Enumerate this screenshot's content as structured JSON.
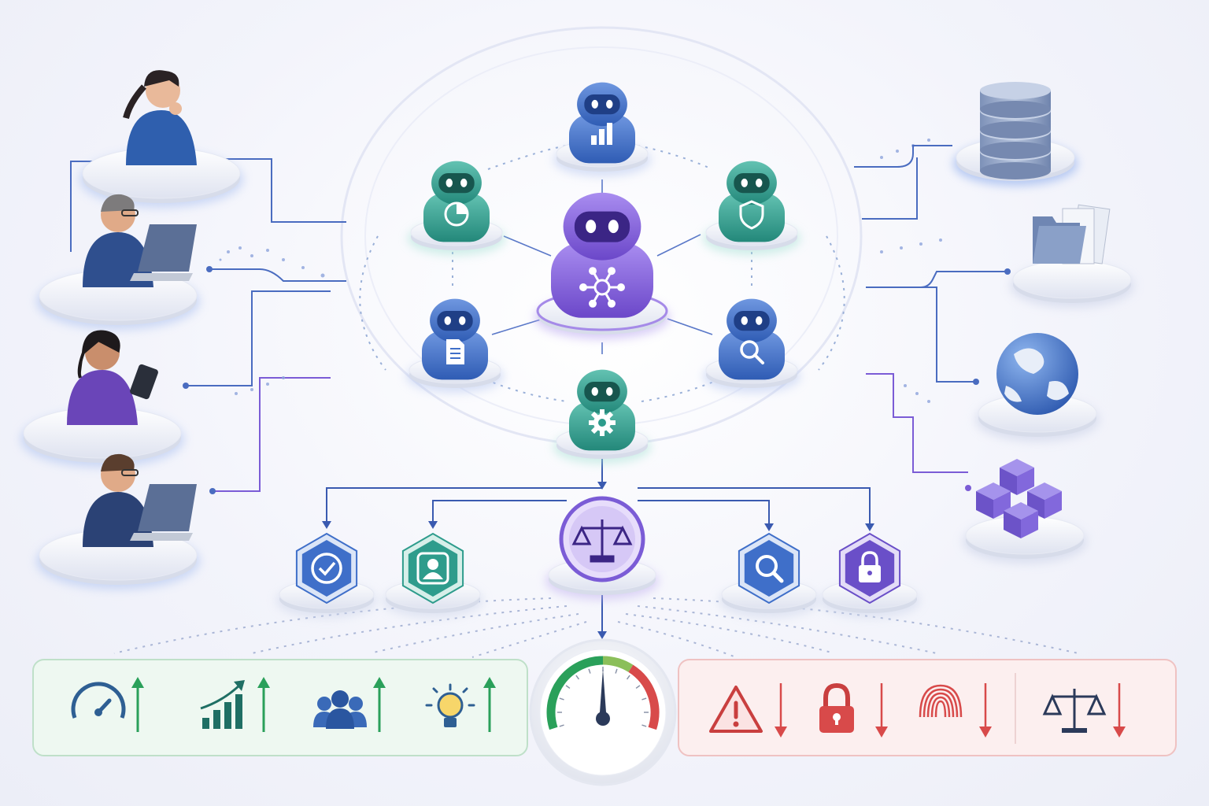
{
  "palette": {
    "purple": "#7b5cd6",
    "purple_dark": "#4b2fa8",
    "blue": "#3f6fc9",
    "blue_dark": "#2b4f9e",
    "teal": "#2e9c8c",
    "teal_dark": "#1f6f64",
    "green": "#2aa05a",
    "red": "#d84a4a",
    "benefit_bg": "#eef8f1",
    "risk_bg": "#fcefef"
  },
  "users": [
    {
      "role": "thinker",
      "shirt": "#2f5fae"
    },
    {
      "role": "laptop-user",
      "shirt": "#2f4f8e"
    },
    {
      "role": "tablet-user",
      "shirt": "#6a45b8"
    },
    {
      "role": "laptop-user",
      "shirt": "#2b4275"
    }
  ],
  "agents": {
    "orchestrator": {
      "icon": "network-hub-icon",
      "color": "#7b5cd6"
    },
    "workers": [
      {
        "icon": "bar-chart-icon",
        "color": "#3f6fc9"
      },
      {
        "icon": "pie-chart-icon",
        "color": "#2e9c8c"
      },
      {
        "icon": "shield-icon",
        "color": "#2e9c8c"
      },
      {
        "icon": "document-icon",
        "color": "#3f6fc9"
      },
      {
        "icon": "search-icon",
        "color": "#3f6fc9"
      },
      {
        "icon": "gear-icon",
        "color": "#2e9c8c"
      }
    ]
  },
  "resources": [
    {
      "icon": "database-icon"
    },
    {
      "icon": "file-folder-icon"
    },
    {
      "icon": "globe-icon"
    },
    {
      "icon": "cubes-icon"
    }
  ],
  "governance": {
    "center": {
      "icon": "balance-scale-icon"
    },
    "controls": [
      {
        "icon": "check-badge-icon",
        "color": "#3f6fc9"
      },
      {
        "icon": "user-badge-icon",
        "color": "#2e9c8c"
      },
      {
        "icon": "search-badge-icon",
        "color": "#3f6fc9"
      },
      {
        "icon": "lock-badge-icon",
        "color": "#6a4fc8"
      }
    ]
  },
  "benefits": [
    {
      "icon": "speedometer-icon",
      "trend": "up"
    },
    {
      "icon": "growth-chart-icon",
      "trend": "up"
    },
    {
      "icon": "team-icon",
      "trend": "up"
    },
    {
      "icon": "lightbulb-icon",
      "trend": "up"
    }
  ],
  "risks": [
    {
      "icon": "warning-icon",
      "trend": "down"
    },
    {
      "icon": "padlock-icon",
      "trend": "down"
    },
    {
      "icon": "fingerprint-icon",
      "trend": "down"
    },
    {
      "icon": "scale-icon",
      "trend": "down"
    }
  ],
  "gauge": {
    "icon": "gauge-icon",
    "needle_value": 0.5
  }
}
